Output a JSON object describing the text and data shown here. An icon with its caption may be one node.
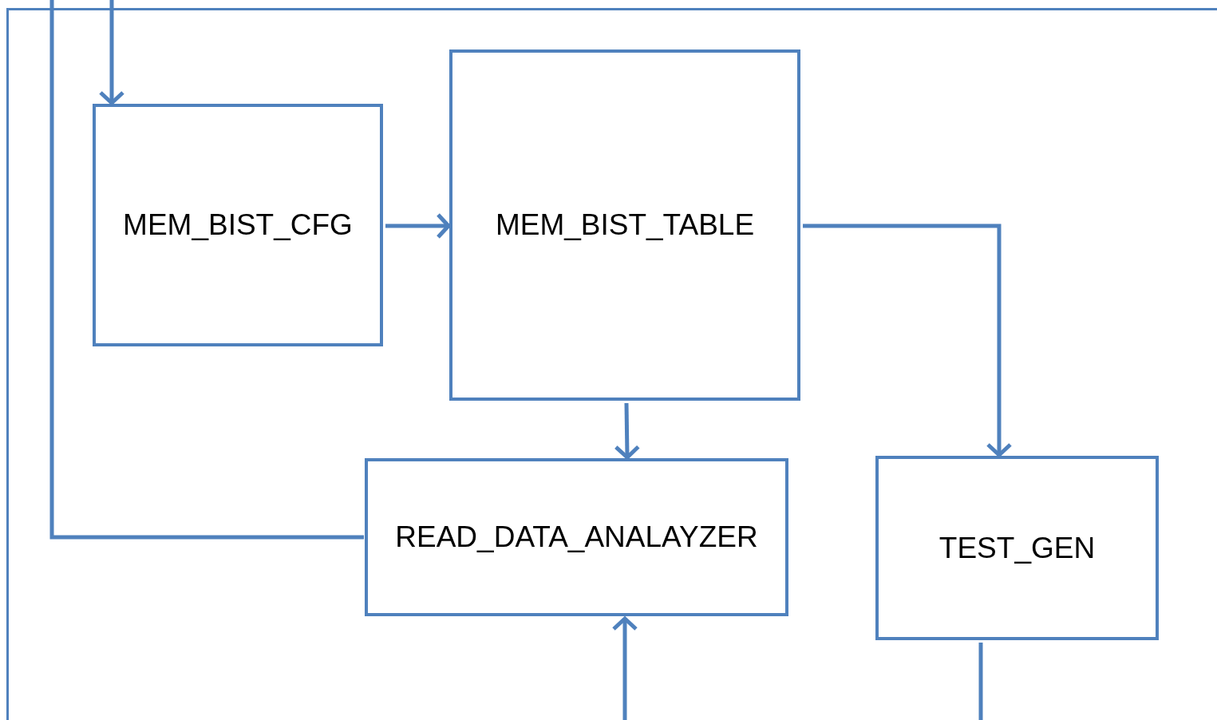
{
  "diagram": {
    "nodes": [
      {
        "text": [],
        "shape": "box"
      },
      {
        "text": [
          "MEM_BIST_CFG"
        ],
        "in": 0
      },
      {
        "text": [
          "MEM_BIST_TABLE"
        ],
        "in": 0
      },
      {
        "text": [
          "READ_DATA_ANALAYZER"
        ],
        "in": 0
      },
      {
        "text": [
          "TEST_GEN"
        ],
        "in": 0
      }
    ],
    "edges": [
      {
        "from": null,
        "to": 1,
        "arrow": "to"
      },
      {
        "from": 3,
        "to": null,
        "arrow": "none"
      },
      {
        "from": 1,
        "to": 2,
        "arrow": "to"
      },
      {
        "from": 2,
        "to": 4,
        "arrow": "to"
      },
      {
        "from": 2,
        "to": 3,
        "arrow": "to"
      },
      {
        "from": null,
        "to": 3,
        "arrow": "to"
      },
      {
        "from": 4,
        "to": null,
        "arrow": "none"
      }
    ]
  }
}
